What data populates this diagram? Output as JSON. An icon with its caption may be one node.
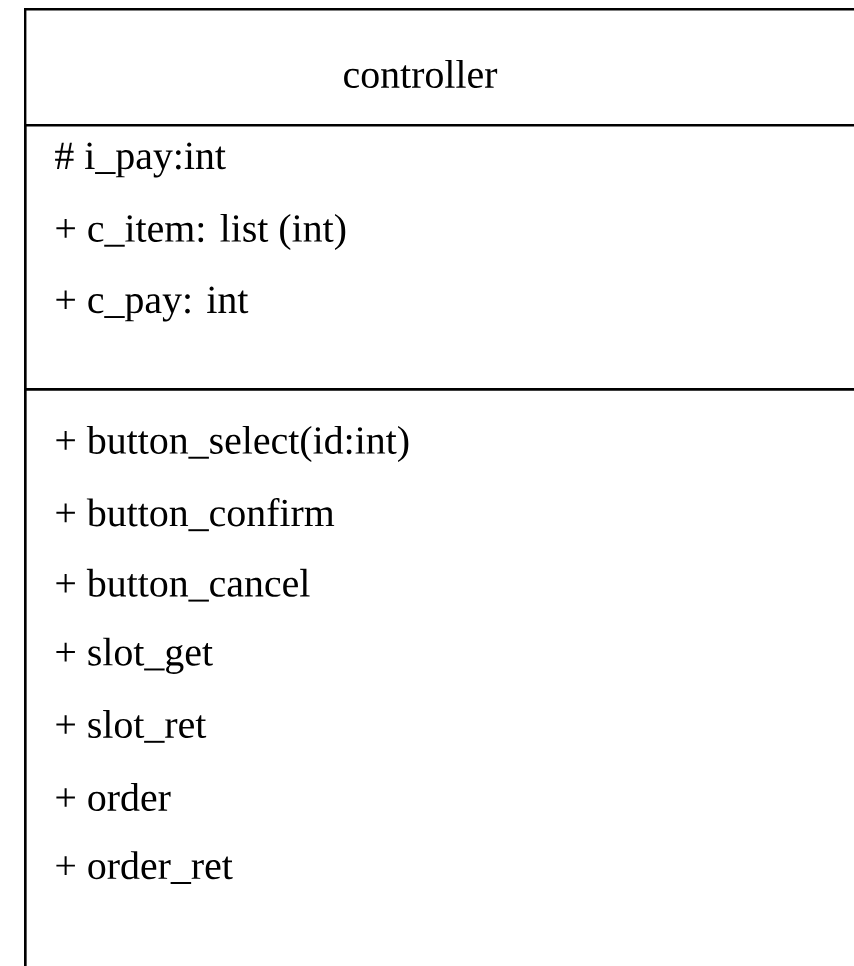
{
  "diagram": {
    "nodes": [
      {
        "text": [
          "controller"
        ]
      },
      {
        "text": [
          "# i_pay:int",
          "+ c_item: list (int)",
          "+ c_pay: int"
        ],
        "in": 0
      },
      {
        "text": [
          "+ button_select(id:int)",
          "+ button_confirm",
          "+ button_cancel",
          "+ slot_get",
          "+ slot_ret",
          "+ order",
          "+ order_ret"
        ],
        "in": 0
      }
    ],
    "edges": []
  }
}
